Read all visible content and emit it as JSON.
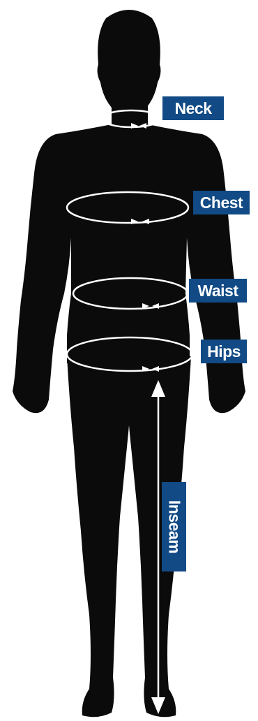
{
  "labels": {
    "neck": "Neck",
    "chest": "Chest",
    "waist": "Waist",
    "hips": "Hips",
    "inseam": "Inseam"
  },
  "colors": {
    "silhouette": "#0b0b0b",
    "label_background": "#114a85",
    "label_text": "#ffffff",
    "measure_line": "#ffffff"
  }
}
